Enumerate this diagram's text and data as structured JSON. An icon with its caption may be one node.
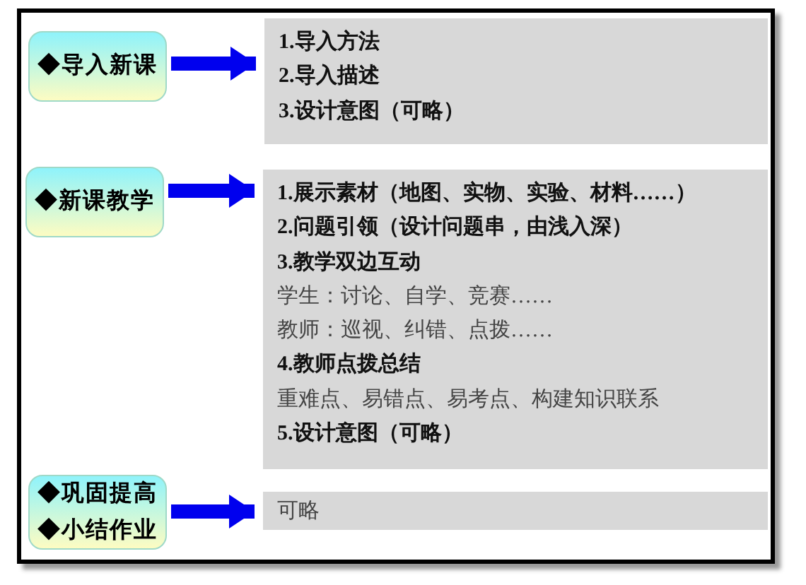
{
  "diagram": {
    "nodes": [
      {
        "text": [
          "◆导入新课"
        ]
      },
      {
        "text": [
          "1.导入方法",
          "2.导入描述",
          "3.设计意图（可略）"
        ]
      },
      {
        "text": [
          "◆新课教学"
        ]
      },
      {
        "text": [
          "1.展示素材（地图、实物、实验、材料……）",
          "2.问题引领（设计问题串，由浅入深）",
          "3.教学双边互动",
          "学生：讨论、自学、竞赛……",
          "教师：巡视、纠错、点拨……",
          "4.教师点拨总结",
          "重难点、易错点、易考点、构建知识联系",
          "5.设计意图（可略）"
        ]
      },
      {
        "text": [
          "◆巩固提高",
          "◆小结作业"
        ]
      },
      {
        "text": [
          "可略"
        ]
      }
    ],
    "edges": [
      {
        "from": 0,
        "to": 1,
        "arrow": "to"
      },
      {
        "from": 2,
        "to": 3,
        "arrow": "to"
      },
      {
        "from": 4,
        "to": 5,
        "arrow": "to"
      }
    ]
  }
}
